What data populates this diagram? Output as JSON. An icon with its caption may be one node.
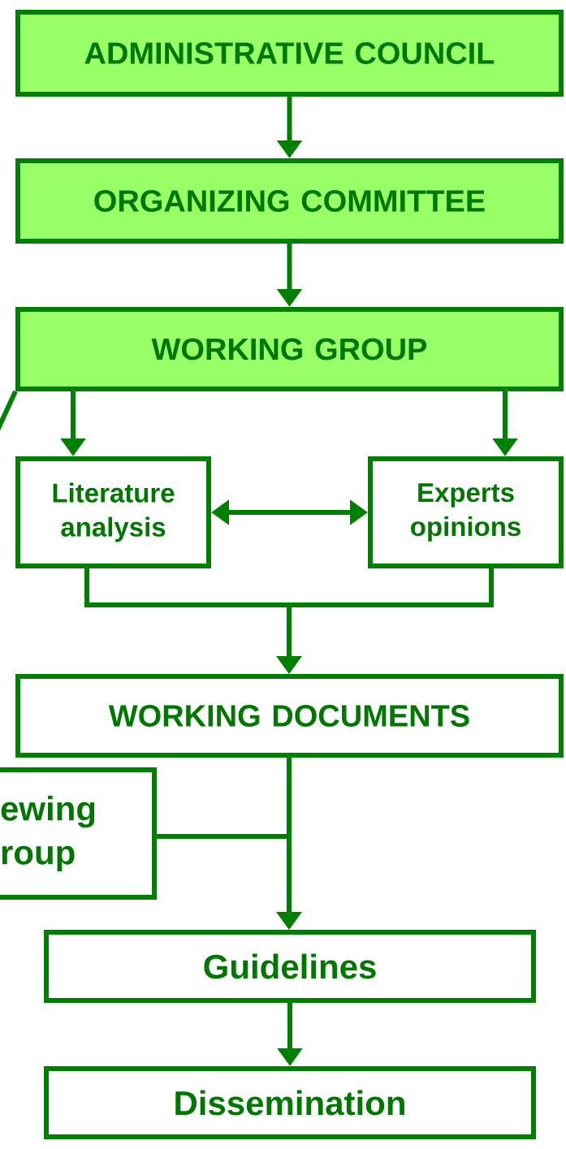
{
  "diagram": {
    "nodes": [
      {
        "text": [
          "ADMINISTRATIVE COUNCIL"
        ]
      },
      {
        "text": [
          "ORGANIZING COMMITTEE"
        ]
      },
      {
        "text": [
          "WORKING GROUP"
        ]
      },
      {
        "text": [
          "Literature analysis"
        ]
      },
      {
        "text": [
          "Experts opinions"
        ]
      },
      {
        "text": [
          "WORKING DOCUMENTS"
        ]
      },
      {
        "text": [
          "ewing roup"
        ]
      },
      {
        "text": [
          "Guidelines"
        ]
      },
      {
        "text": [
          "Dissemination"
        ]
      }
    ],
    "edges": [
      {
        "from": 0,
        "to": 1,
        "arrow": "to"
      },
      {
        "from": 1,
        "to": 2,
        "arrow": "to"
      },
      {
        "from": null,
        "to": 2,
        "arrow": "none"
      },
      {
        "from": 2,
        "to": 3,
        "arrow": "to"
      },
      {
        "from": 2,
        "to": 4,
        "arrow": "to"
      },
      {
        "from": 3,
        "to": 4,
        "arrow": "both"
      },
      {
        "from": 3,
        "to": 5,
        "arrow": "to"
      },
      {
        "from": 4,
        "to": 5,
        "arrow": "to"
      },
      {
        "from": 5,
        "to": 7,
        "arrow": "to"
      },
      {
        "from": 6,
        "to": 7,
        "arrow": "to"
      },
      {
        "from": 7,
        "to": 8,
        "arrow": "to"
      }
    ]
  }
}
